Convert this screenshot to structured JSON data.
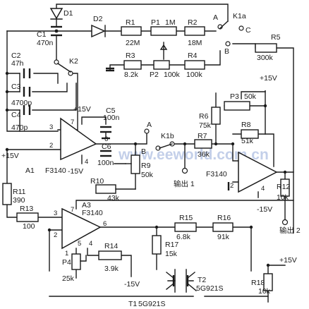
{
  "labels": {
    "d1": "D1",
    "d2": "D2",
    "c1": "C1",
    "c1v": "470n",
    "c2": "C2",
    "c2v": "47h",
    "c3": "C3",
    "c3v": "4700p",
    "c4": "C4",
    "c4v": "470p",
    "c5": "C5",
    "c5v": "100n",
    "c6": "C6",
    "c6v": "100n",
    "r1": "R1",
    "r1v": "22M",
    "p1": "P1",
    "p1v": "1M",
    "r2": "R2",
    "r2v": "18M",
    "r3": "R3",
    "r3v": "8.2k",
    "p2": "P2",
    "p2v": "100k",
    "r4": "R4",
    "r4v": "100k",
    "r5": "R5",
    "r5v": "300k",
    "p3": "P3",
    "p3v": "50k",
    "r6": "R6",
    "r6v": "75k",
    "r7": "R7",
    "r7v": "36k",
    "r8": "R8",
    "r8v": "51k",
    "r9": "R9",
    "r9v": "50k",
    "r10": "R10",
    "r10v": "43k",
    "r11": "R11",
    "r11v": "390",
    "r12": "R12",
    "r12v": "10k",
    "r13": "R13",
    "r13v": "100",
    "r14": "R14",
    "r14v": "3.9k",
    "r15": "R15",
    "r15v": "6.8k",
    "r16": "R16",
    "r16v": "91k",
    "r17": "R17",
    "r17v": "15k",
    "r18": "R18",
    "r18v": "10k",
    "p4": "P4",
    "p4v": "25k",
    "a1": "A1",
    "a1p": "F3140",
    "a2p": "F3140",
    "a3": "A3",
    "a3p": "F3140",
    "t1": "T1",
    "t1p": "5G921S",
    "t2": "T2",
    "t2p": "5G921S",
    "k1a": "K1a",
    "k1b": "K1b",
    "k2": "K2",
    "a": "A",
    "b": "B",
    "c": "C",
    "plus15v": "+15V",
    "minus15v": "-15V",
    "out1": "输出 1",
    "out2": "输出 2"
  },
  "pins": {
    "a1_2": "2",
    "a1_3": "3",
    "a1_4": "4",
    "a1_6": "6",
    "a1_7": "7",
    "a2_2": "2",
    "a2_4": "4",
    "a3_1": "1",
    "a3_2": "2",
    "a3_3": "3",
    "a3_4": "4",
    "a3_5": "5",
    "a3_6": "6",
    "a3_7": "7"
  },
  "watermark": "www.eeworld.com.cn"
}
